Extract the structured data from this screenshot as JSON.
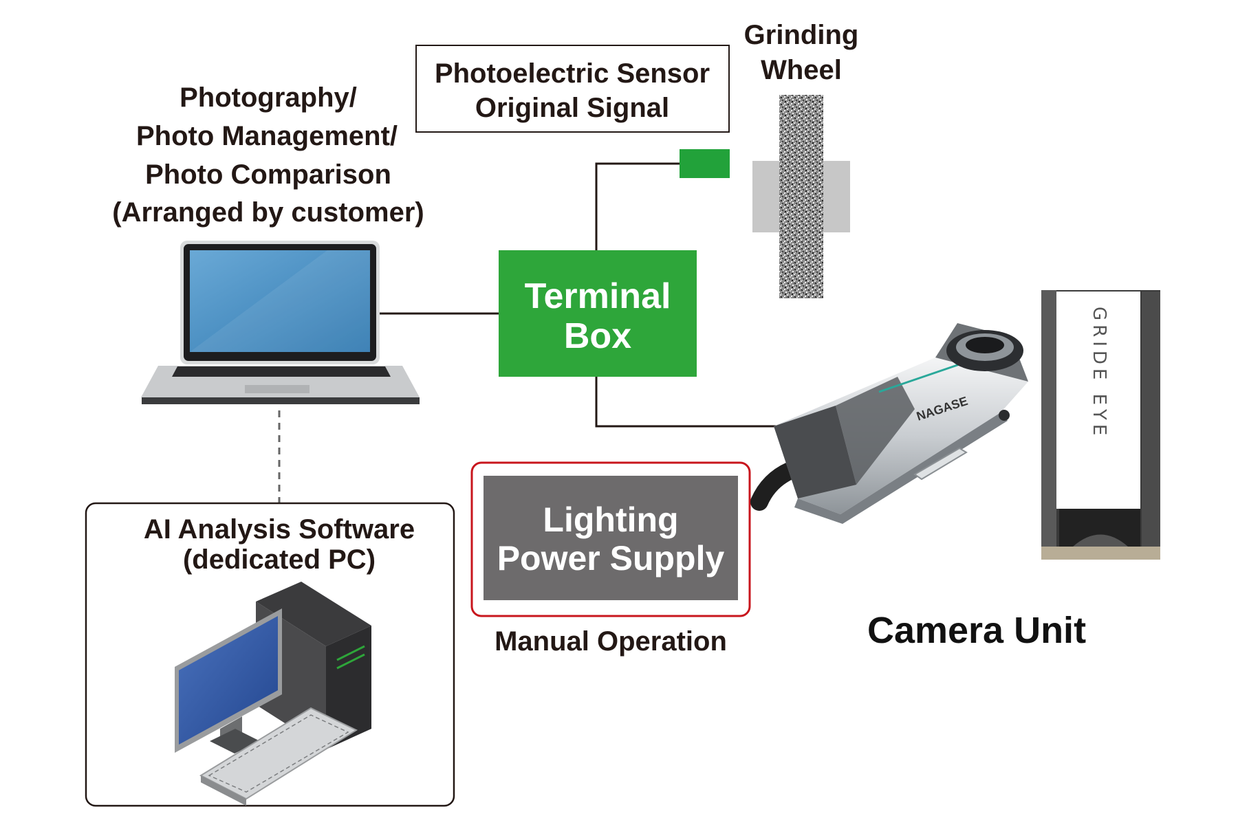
{
  "pc_caption": {
    "line1": "Photography/",
    "line2": "Photo Management/",
    "line3": "Photo Comparison",
    "line4": "(Arranged by customer)"
  },
  "sensor_label": {
    "line1": "Photoelectric Sensor",
    "line2": "Original Signal"
  },
  "wheel_label": {
    "line1": "Grinding",
    "line2": "Wheel"
  },
  "terminal_box": {
    "line1": "Terminal",
    "line2": "Box"
  },
  "lighting_power_supply": {
    "line1": "Lighting",
    "line2": "Power Supply"
  },
  "manual_operation": "Manual Operation",
  "camera_unit": "Camera Unit",
  "ai_software": {
    "line1": "AI Analysis Software",
    "line2": "(dedicated PC)"
  },
  "camera_brand": "NAGASE",
  "camera_side_text": "GRIDE EYE",
  "colors": {
    "terminal_green": "#2ea63a",
    "sensor_green": "#22a23a",
    "power_gray": "#6d6b6c",
    "power_frame_red": "#c8161d",
    "line_dark": "#231815",
    "laptop_screen": "#3f88bd",
    "monitor_screen": "#2f56a3"
  }
}
